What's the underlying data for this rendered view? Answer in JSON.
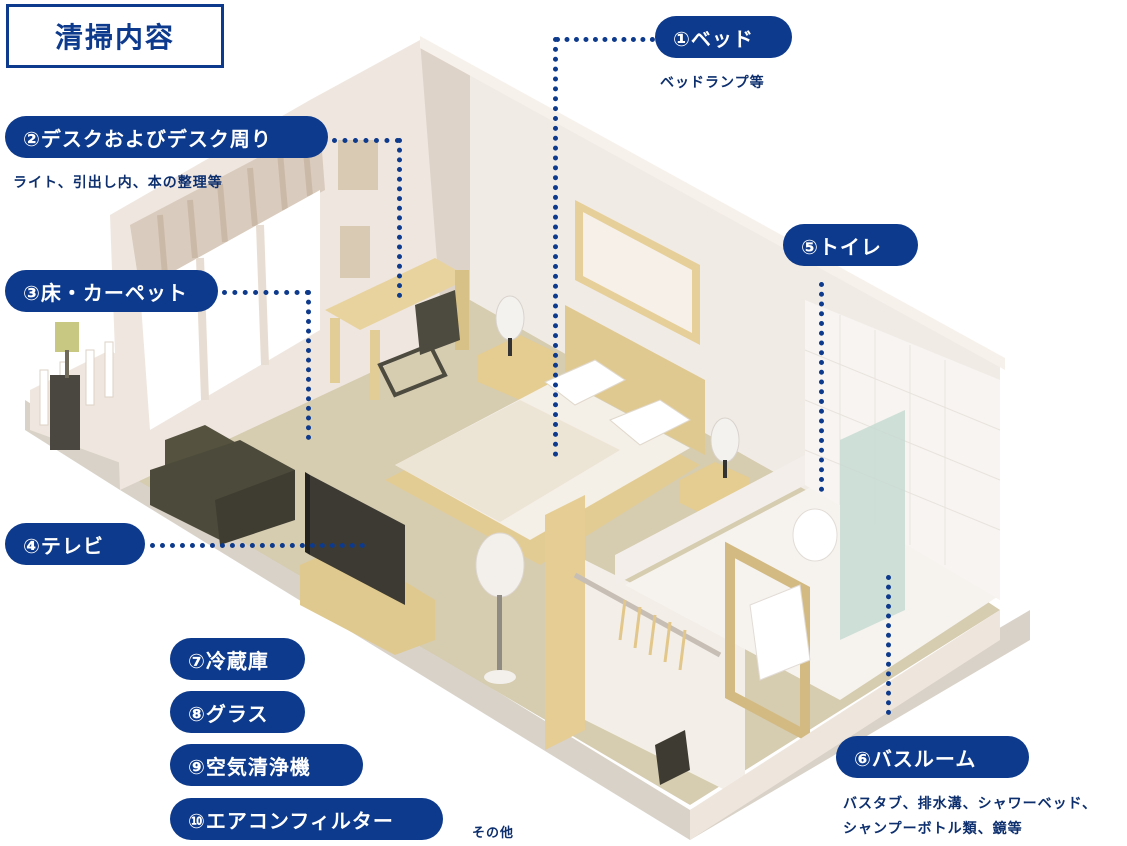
{
  "title": "清掃内容",
  "items": {
    "bed": {
      "label": "①ベッド",
      "sub": "ベッドランプ等"
    },
    "desk": {
      "label": "②デスクおよびデスク周り",
      "sub": "ライト、引出し内、本の整理等"
    },
    "floor": {
      "label": "③床・カーペット"
    },
    "tv": {
      "label": "④テレビ"
    },
    "toilet": {
      "label": "⑤トイレ"
    },
    "bath": {
      "label": "⑥バスルーム",
      "sub1": "バスタブ、排水溝、シャワーベッド、",
      "sub2": "シャンプーボトル類、鏡等"
    },
    "fridge": {
      "label": "⑦冷蔵庫"
    },
    "glass": {
      "label": "⑧グラス"
    },
    "air": {
      "label": "⑨空気清浄機"
    },
    "filter": {
      "label": "⑩エアコンフィルター"
    },
    "other": {
      "label": "その他"
    }
  },
  "colors": {
    "accent": "#0d3a8c",
    "wall": "#efe6df",
    "wood": "#e3cb93",
    "floor": "#d8cdb0"
  }
}
